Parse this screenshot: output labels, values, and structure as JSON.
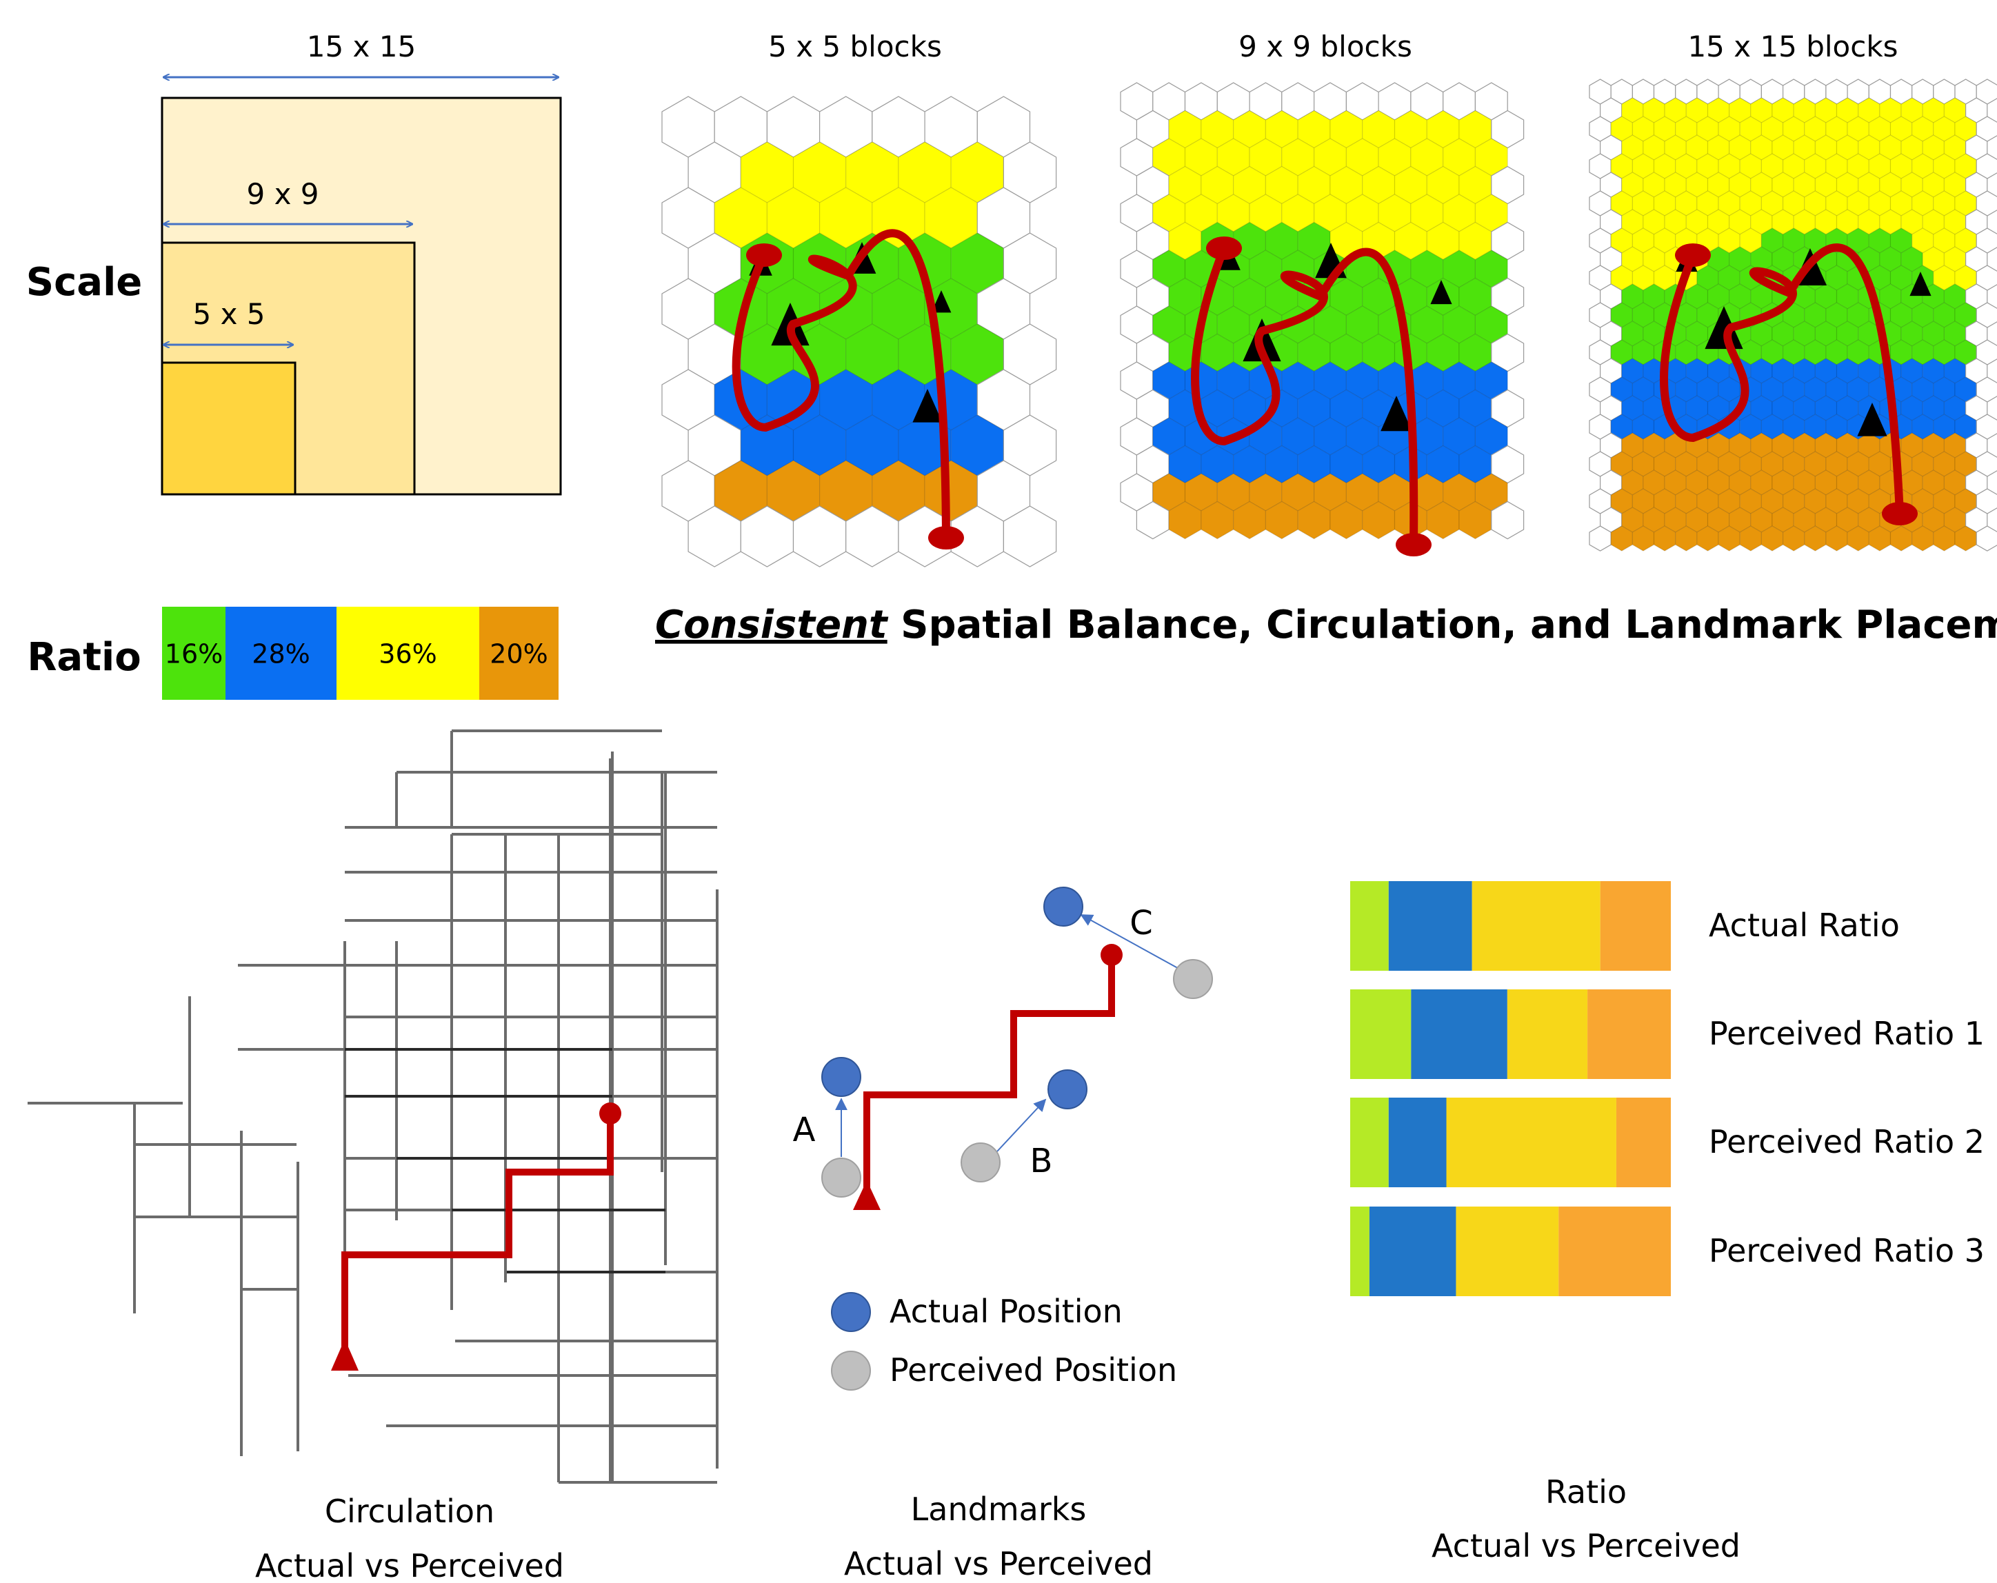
{
  "scale": {
    "heading": "Scale",
    "dim_15": "15 x 15",
    "dim_9": "9 x 9",
    "dim_5": "5 x 5"
  },
  "ratio_legend": {
    "heading": "Ratio",
    "segments": [
      {
        "label": "16%",
        "fraction": 0.16,
        "color": "#4de30c"
      },
      {
        "label": "28%",
        "fraction": 0.28,
        "color": "#0a6ff2"
      },
      {
        "label": "36%",
        "fraction": 0.36,
        "color": "#ffff00"
      },
      {
        "label": "20%",
        "fraction": 0.2,
        "color": "#e8960a"
      }
    ]
  },
  "maps": [
    {
      "title": "5 x 5 blocks"
    },
    {
      "title": "9 x 9 blocks"
    },
    {
      "title": "15 x 15 blocks"
    }
  ],
  "headline": {
    "emphasis": "Consistent",
    "rest": " Spatial Balance, Circulation, and Landmark Placement"
  },
  "circulation": {
    "caption_1": "Circulation",
    "caption_2": "Actual vs Perceived"
  },
  "landmarks": {
    "labels": [
      "A",
      "B",
      "C"
    ],
    "legend_actual": "Actual Position",
    "legend_perceived": "Perceived Position",
    "caption_1": "Landmarks",
    "caption_2": "Actual vs Perceived",
    "actual_color": "#4472c4",
    "perceived_color": "#bfbfbf"
  },
  "ratio_compare": {
    "rows": [
      {
        "label": "Actual Ratio",
        "fractions": [
          0.12,
          0.26,
          0.4,
          0.22
        ]
      },
      {
        "label": "Perceived Ratio 1",
        "fractions": [
          0.19,
          0.3,
          0.25,
          0.26
        ]
      },
      {
        "label": "Perceived Ratio 2",
        "fractions": [
          0.12,
          0.18,
          0.53,
          0.17
        ]
      },
      {
        "label": "Perceived Ratio 3",
        "fractions": [
          0.06,
          0.27,
          0.32,
          0.35
        ]
      }
    ],
    "colors": [
      "#b5ea26",
      "#2176c8",
      "#f7d719",
      "#f9a631"
    ],
    "caption_1": "Ratio",
    "caption_2": "Actual vs Perceived"
  },
  "colors": {
    "path_red": "#c00000",
    "green": "#4de30c",
    "blue": "#0a6ff2",
    "yellow": "#ffff00",
    "orange": "#e8960a"
  }
}
